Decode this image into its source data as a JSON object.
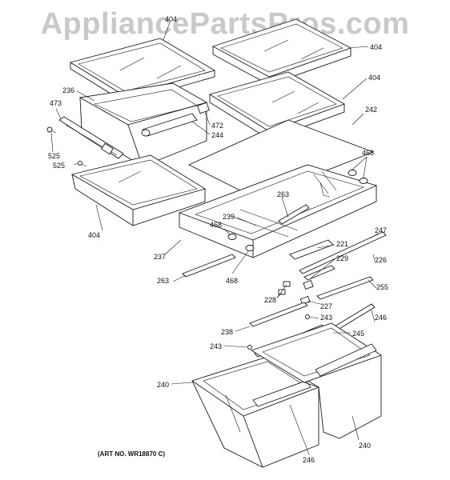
{
  "watermark": {
    "text": "AppliancePartsPros.com"
  },
  "art_number": "(ART NO. WR18870 C)",
  "callouts": [
    {
      "id": "c404a",
      "text": "404"
    },
    {
      "id": "c404b",
      "text": "404"
    },
    {
      "id": "c404c",
      "text": "404"
    },
    {
      "id": "c404d",
      "text": "404"
    },
    {
      "id": "c236",
      "text": "236"
    },
    {
      "id": "c473",
      "text": "473"
    },
    {
      "id": "c472",
      "text": "472"
    },
    {
      "id": "c244",
      "text": "244"
    },
    {
      "id": "c242",
      "text": "242"
    },
    {
      "id": "c525a",
      "text": "525"
    },
    {
      "id": "c525b",
      "text": "525"
    },
    {
      "id": "c468a",
      "text": "468"
    },
    {
      "id": "c468b",
      "text": "468"
    },
    {
      "id": "c468c",
      "text": "468"
    },
    {
      "id": "c263a",
      "text": "263"
    },
    {
      "id": "c263b",
      "text": "263"
    },
    {
      "id": "c239",
      "text": "239"
    },
    {
      "id": "c237",
      "text": "237"
    },
    {
      "id": "c221",
      "text": "221"
    },
    {
      "id": "c247",
      "text": "247"
    },
    {
      "id": "c229",
      "text": "229"
    },
    {
      "id": "c226",
      "text": "226"
    },
    {
      "id": "c228",
      "text": "228"
    },
    {
      "id": "c255",
      "text": "255"
    },
    {
      "id": "c227",
      "text": "227"
    },
    {
      "id": "c243a",
      "text": "243"
    },
    {
      "id": "c243b",
      "text": "243"
    },
    {
      "id": "c238",
      "text": "238"
    },
    {
      "id": "c245",
      "text": "245"
    },
    {
      "id": "c246a",
      "text": "246"
    },
    {
      "id": "c246b",
      "text": "246"
    },
    {
      "id": "c240a",
      "text": "240"
    },
    {
      "id": "c240b",
      "text": "240"
    }
  ]
}
